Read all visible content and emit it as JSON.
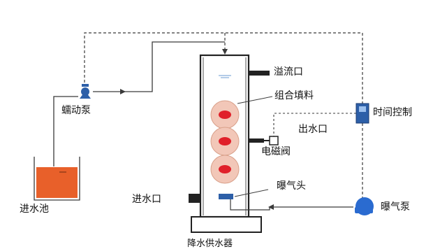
{
  "labels": {
    "peristaltic_pump": "蠕动泵",
    "inlet_tank": "进水池",
    "overflow_outlet": "溢流口",
    "combined_filler": "组合填料",
    "water_outlet": "出水口",
    "solenoid_valve": "电磁阀",
    "timer_control": "时间控制",
    "aerator_head": "曝气头",
    "water_inlet": "进水口",
    "aeration_pump": "曝气泵",
    "reactor_name": "降水供水器"
  },
  "colors": {
    "line": "#3a3a3a",
    "inlet_tank_water": "#e8602a",
    "filler_outer": "#f2c7b8",
    "filler_inner": "#e0202a",
    "aerator": "#2d5fa8",
    "timer": "#2d5fa8",
    "pump": "#2d5fa8",
    "aeration_pump": "#2a6bd0",
    "water_surface": "#6a9ad0"
  },
  "icons": {
    "pump": "peristaltic-pump-icon",
    "timer": "timer-icon",
    "aeration_pump": "aeration-pump-icon",
    "aerator": "aerator-head-icon",
    "solenoid_valve": "solenoid-valve-icon"
  }
}
